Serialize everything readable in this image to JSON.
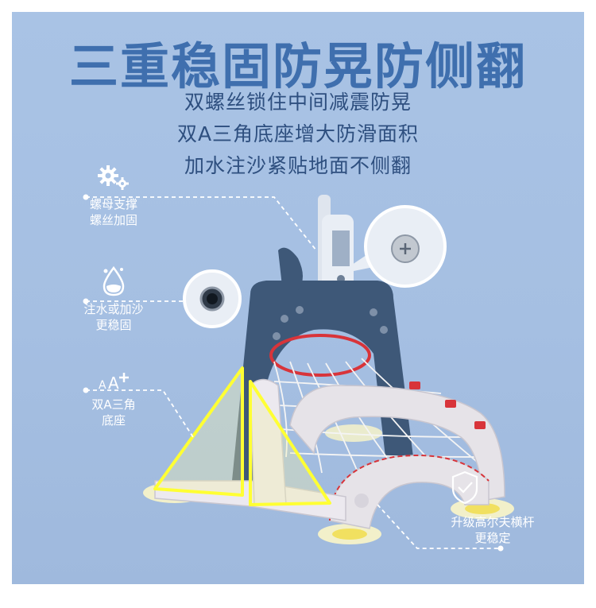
{
  "headline": "三重稳固防晃防侧翻",
  "sublines": [
    "双螺丝锁住中间减震防晃",
    "双A三角底座增大防滑面积",
    "加水注沙紧贴地面不侧翻"
  ],
  "features": {
    "nut": {
      "line1": "螺母支撑",
      "line2": "螺丝加固",
      "icon": "gears-icon"
    },
    "water": {
      "line1": "注水或加沙",
      "line2": "更稳固",
      "icon": "water-drop-icon"
    },
    "base": {
      "line1": "双A三角",
      "line2": "底座",
      "icon": "font-size-aa-icon"
    },
    "bar": {
      "line1": "升级高尔夫横杆",
      "line2": "更稳定",
      "icon": "shield-check-icon"
    }
  },
  "colors": {
    "background": "#a9c3e5",
    "headline": "#3f6fae",
    "frame": "#3e5878",
    "triangle": "#ffff33",
    "accent_red": "#d8343a"
  }
}
